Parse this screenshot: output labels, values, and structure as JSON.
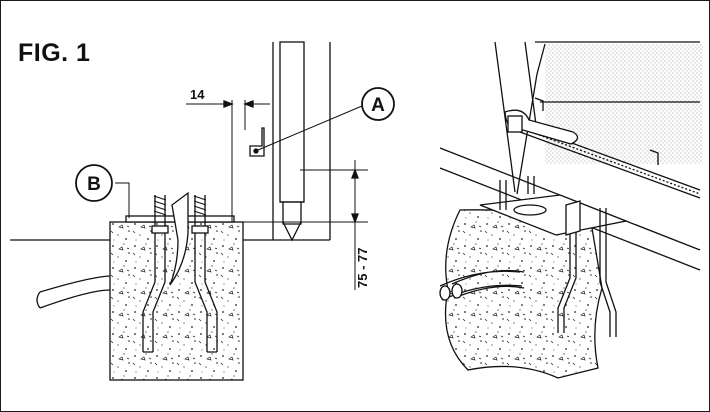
{
  "figure": {
    "title": "FIG. 1",
    "callouts": {
      "a": "A",
      "b": "B"
    },
    "dimensions": {
      "gap": "14",
      "height_range": "75 - 77"
    }
  }
}
